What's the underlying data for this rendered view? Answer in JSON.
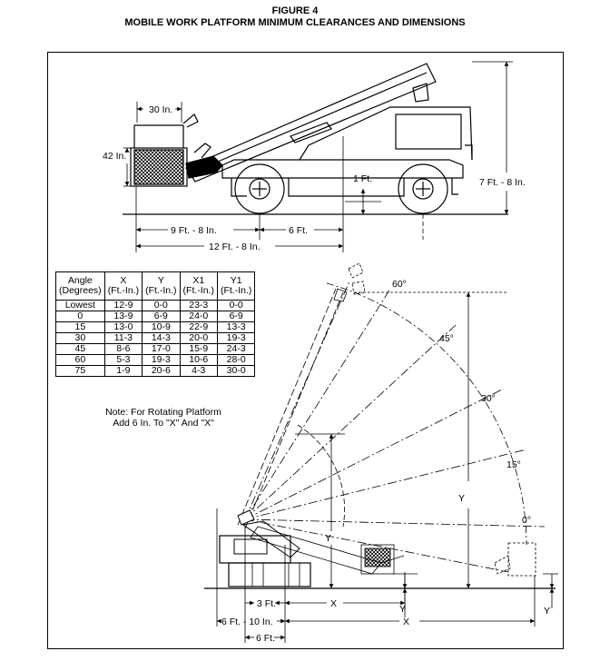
{
  "figure": {
    "number": "FIGURE 4",
    "title": "MOBILE WORK PLATFORM MINIMUM CLEARANCES AND DIMENSIONS"
  },
  "top_view": {
    "dim_30in": "30 In.",
    "dim_42in": "42 In.",
    "dim_1ft": "1 Ft.",
    "dim_7ft8in": "7 Ft. - 8 In.",
    "dim_9ft8in": "9 Ft. - 8 In.",
    "dim_6ft": "6 Ft.",
    "dim_12ft8in": "12 Ft. - 8 In."
  },
  "table": {
    "headers": [
      [
        "Angle",
        "(Degrees)"
      ],
      [
        "X",
        "(Ft.-In.)"
      ],
      [
        "Y",
        "(Ft.-In.)"
      ],
      [
        "X1",
        "(Ft.-In.)"
      ],
      [
        "Y1",
        "(Ft.-In.)"
      ]
    ],
    "rows": [
      [
        "Lowest",
        "12-9",
        "0-0",
        "23-3",
        "0-0"
      ],
      [
        "0",
        "13-9",
        "6-9",
        "24-0",
        "6-9"
      ],
      [
        "15",
        "13-0",
        "10-9",
        "22-9",
        "13-3"
      ],
      [
        "30",
        "11-3",
        "14-3",
        "20-0",
        "19-3"
      ],
      [
        "45",
        "8-6",
        "17-0",
        "15-9",
        "24-3"
      ],
      [
        "60",
        "5-3",
        "19-3",
        "10-6",
        "28-0"
      ],
      [
        "75",
        "1-9",
        "20-6",
        "4-3",
        "30-0"
      ]
    ]
  },
  "note": {
    "line1": "Note:  For Rotating Platform",
    "line2": "Add 6 In. To \"X\" And \"X\""
  },
  "bottom_view": {
    "angle_60": "60°",
    "angle_45": "45°",
    "angle_30": "30°",
    "angle_15": "15°",
    "angle_0": "0°",
    "label_y1": "Y",
    "label_y": "Y",
    "label_y_low": "Y",
    "label_y1_low": "Y",
    "label_x": "X",
    "label_x1": "X",
    "dim_3ft": "3 Ft.",
    "dim_6ft10in": "6 Ft. - 10 In.",
    "dim_6ft": "6 Ft."
  }
}
